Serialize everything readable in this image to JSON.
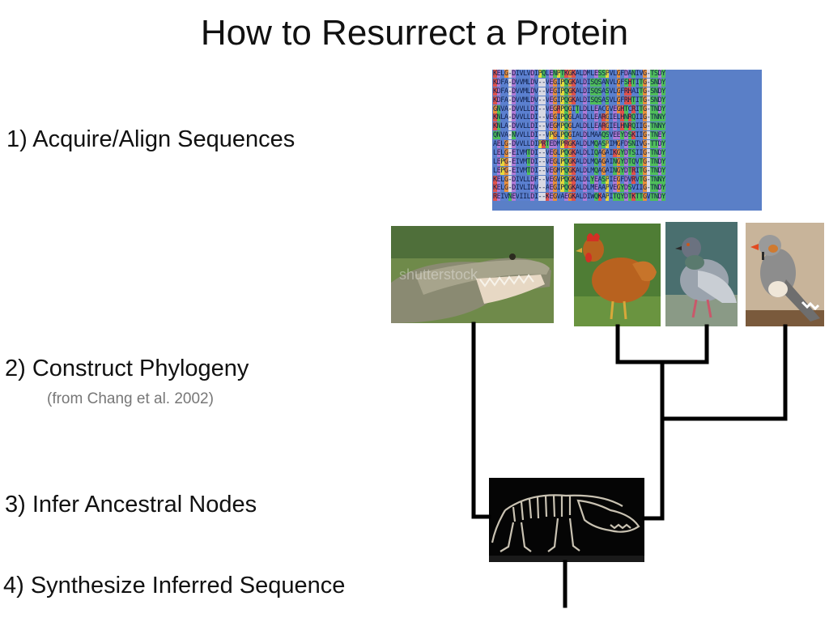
{
  "slide": {
    "title": "How to Resurrect a Protein"
  },
  "steps": {
    "step1": "1) Acquire/Align Sequences",
    "step2": "2) Construct Phylogeny",
    "step2_citation": "(from Chang et al. 2002)",
    "step3": "3) Infer Ancestral Nodes",
    "step4": "4) Synthesize Inferred Sequence"
  },
  "alignment": {
    "rows": [
      "KELG-DIVLVDIPQLENPTKGKALDMLESSPVLGFDANIVG-TSDY",
      "KDFA-DVVMLDV--VEGIPQGKALDISQSANVLGFSHTITG-SNDY",
      "KDFA-DVVMLDV--VEGIPQGKALDISQSASVLGFRHAITG-SNDY",
      "KDFA-DVVMLDV--VEGIPQGKALDISQSASVLGFRHTITG-SNDY",
      "GNVA-DVVLLDI--VEGRPQGITLDLLEACGVEGHTCRITG-TNDY",
      "KNLA-DVVLLDI--VEGIPQGLALDLLEARGIELHNRQIIG-TNNY",
      "KNLA-DVVLLDI--VEGMPQGLALDLLEARGIELHNRQIIG-TNNY",
      "QNVA-NVVLLDI--VPGLPQGIALDLMAAQSVEEYDSKIIG-TNEY",
      "AELG-DVVLLDIPRTEDMPRGKALDLMQASPIMGFDSNIVG-TTDY",
      "LELG-EIVMTDI--VEGLPQGKALDLIQAGAIKGYDTSIIG-TNDY",
      "LEPG-EIVMTDI--VEGLPQGKALDLMQAGAINGYDTQVTG-TNDY",
      "LEPG-EIVMTDI--VEGMPQGKALDLMQAGAINGYDTRITG-TNDY",
      "KELG-DIVLLDF--VEGVPQGKALDLYEASPIEGFDVRVTG-TNNY",
      "KELG-DIVLIDV--AEGIPQGKALDLMEAAPVEGYDSVIIG-TNDY",
      "REIVNEVIILDI--KEGVAEGKALDIWQKAPITQYDTKTTGVTNDY"
    ],
    "colors": {
      "hydrophobic": "#5b80d0",
      "acidic": "#b07ad6",
      "basic": "#e0524c",
      "polar": "#4fbf5a",
      "glycine": "#e88f3a",
      "proline": "#e5d83c",
      "gap": "#d9d9e3"
    }
  },
  "images": {
    "crocodile": "crocodile-photo",
    "chicken": "chicken-photo",
    "pigeon": "pigeon-photo",
    "finch": "finch-photo",
    "fossil": "fossil-skeleton-photo"
  },
  "watermark": "shutterstock"
}
